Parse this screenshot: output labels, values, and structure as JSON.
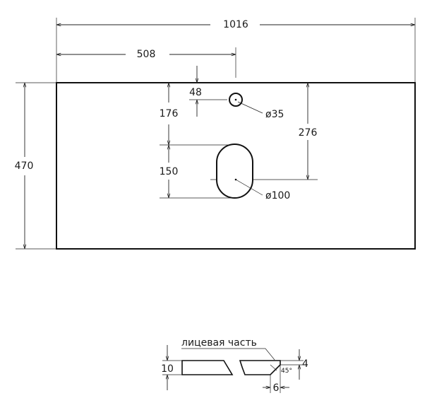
{
  "drawing": {
    "top_view": {
      "overall_width": "1016",
      "half_width": "508",
      "depth": "470",
      "tap_hole_offset": "48",
      "tap_to_drain_top": "176",
      "drain_slot_length": "150",
      "tap_to_drain_center": "276",
      "tap_hole_diameter": "ø35",
      "drain_diameter": "ø100"
    },
    "section": {
      "face_label": "лицевая часть",
      "thickness": "10",
      "chamfer_depth": "4",
      "chamfer_angle": "45°",
      "chamfer_width": "6"
    }
  }
}
